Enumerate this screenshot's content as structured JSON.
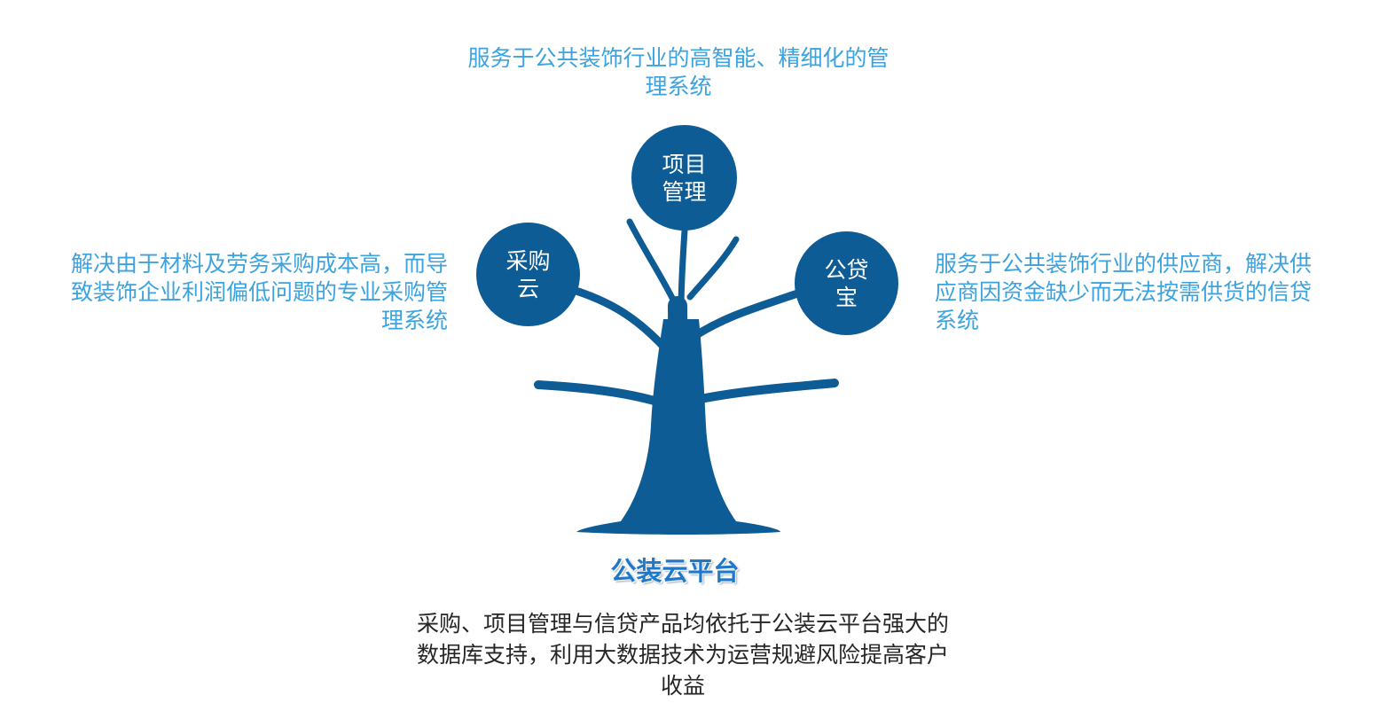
{
  "nodes": {
    "project_management": "项目管理",
    "procurement_cloud": "采购云",
    "credit_treasure": "公贷宝"
  },
  "descriptions": {
    "top": "服务于公共装饰行业的高智能、精细化的管理系统",
    "left": "解决由于材料及劳务采购成本高，而导致装饰企业利润偏低问题的专业采购管理系统",
    "right": "服务于公共装饰行业的供应商，解决供应商因资金缺少而无法按需供货的信贷系统"
  },
  "platform_title": "公装云平台",
  "summary": "采购、项目管理与信贷产品均依托于公装云平台强大的数据库支持，利用大数据技术为运营规避风险提高客户收益",
  "colors": {
    "node_fill": "#0d5c95",
    "tree_fill": "#0d5c95",
    "description_text": "#3ba3df",
    "title_text": "#1f78c8",
    "summary_text": "#262626"
  }
}
